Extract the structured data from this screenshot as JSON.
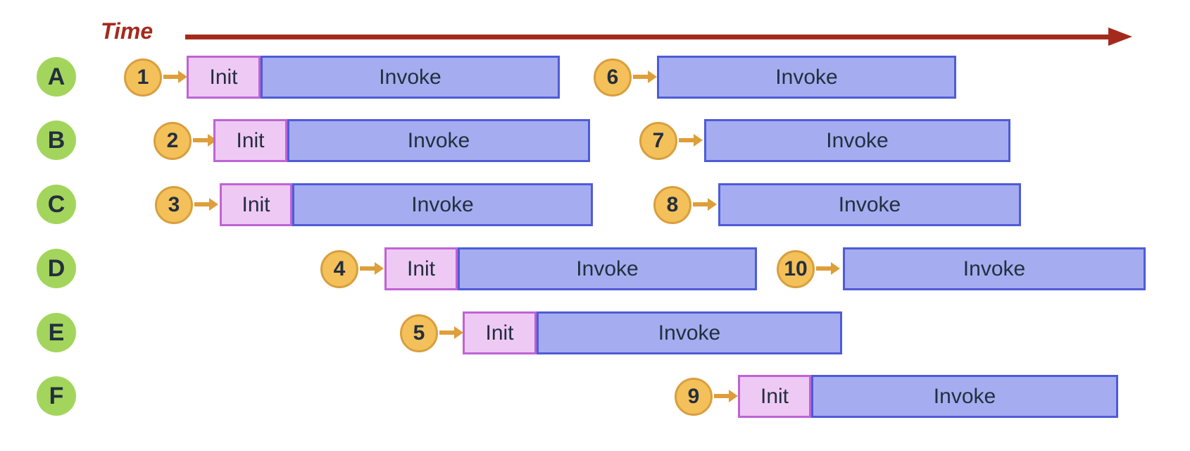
{
  "timeline": {
    "label": "Time"
  },
  "palette": {
    "environment_green": "#A3D55C",
    "request_orange_fill": "#F4C05A",
    "request_orange_border": "#D89F3E",
    "request_arrow_orange": "#DE9E39",
    "init_fill": "#EEC9F4",
    "init_border": "#BE64D4",
    "invoke_fill": "#A5ADF0",
    "invoke_border": "#4E5BD8",
    "time_axis_red": "#A42A1C",
    "text_dark": "#232F3E"
  },
  "rows": [
    {
      "env": "A",
      "requests": [
        {
          "number": "1",
          "init_label": "Init",
          "invoke_label": "Invoke"
        },
        {
          "number": "6",
          "invoke_label": "Invoke"
        }
      ]
    },
    {
      "env": "B",
      "requests": [
        {
          "number": "2",
          "init_label": "Init",
          "invoke_label": "Invoke"
        },
        {
          "number": "7",
          "invoke_label": "Invoke"
        }
      ]
    },
    {
      "env": "C",
      "requests": [
        {
          "number": "3",
          "init_label": "Init",
          "invoke_label": "Invoke"
        },
        {
          "number": "8",
          "invoke_label": "Invoke"
        }
      ]
    },
    {
      "env": "D",
      "requests": [
        {
          "number": "4",
          "init_label": "Init",
          "invoke_label": "Invoke"
        },
        {
          "number": "10",
          "invoke_label": "Invoke"
        }
      ]
    },
    {
      "env": "E",
      "requests": [
        {
          "number": "5",
          "init_label": "Init",
          "invoke_label": "Invoke"
        }
      ]
    },
    {
      "env": "F",
      "requests": [
        {
          "number": "9",
          "init_label": "Init",
          "invoke_label": "Invoke"
        }
      ]
    }
  ]
}
